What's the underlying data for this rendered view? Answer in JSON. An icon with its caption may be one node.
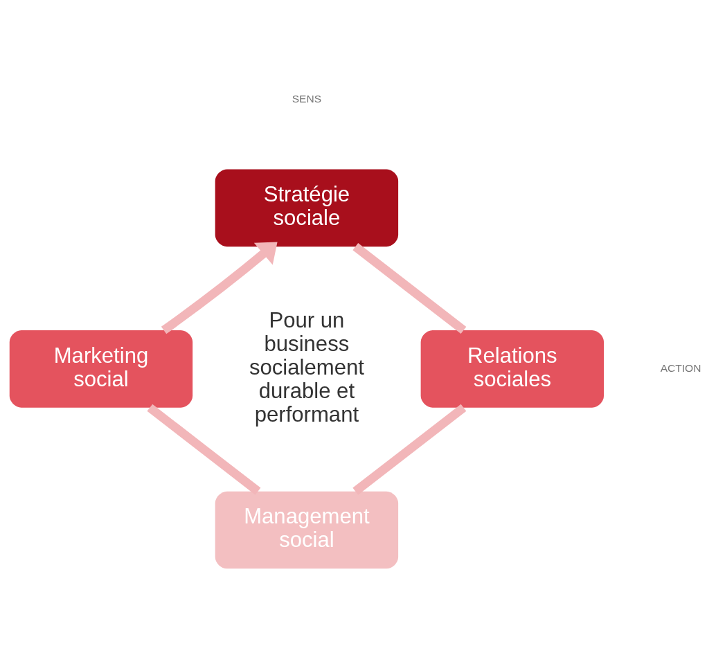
{
  "diagram": {
    "nodes": [
      {
        "text": [
          "Stratégie sociale"
        ]
      },
      {
        "text": [
          "Relations sociales"
        ]
      },
      {
        "text": [
          "Management social"
        ]
      },
      {
        "text": [
          "Marketing social"
        ]
      }
    ],
    "edges": [
      {
        "from": 0,
        "to": 1,
        "arrow": "none"
      },
      {
        "from": 1,
        "to": 2,
        "arrow": "none"
      },
      {
        "from": 2,
        "to": 3,
        "arrow": "none"
      },
      {
        "from": 3,
        "to": 0,
        "arrow": "to"
      }
    ],
    "labels": [
      "SENS",
      "Pour un business socialement durable et performant",
      "ACTION"
    ]
  }
}
